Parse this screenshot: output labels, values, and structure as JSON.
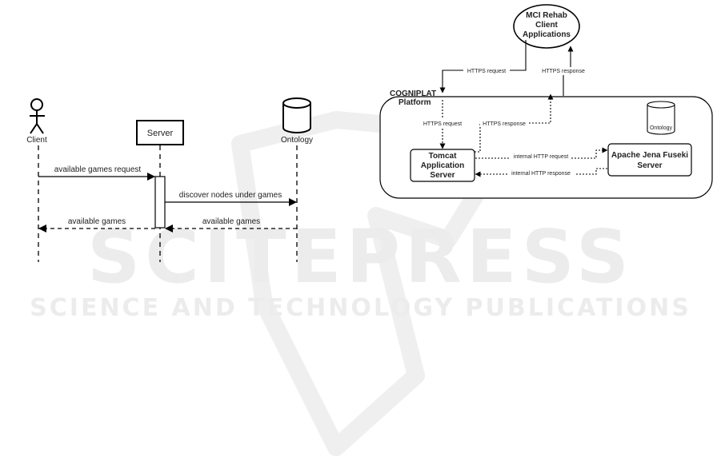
{
  "sequence": {
    "actors": {
      "client": "Client",
      "server": "Server",
      "ontology": "Ontology"
    },
    "messages": {
      "m1": "available games request",
      "m2": "discover nodes under games",
      "m3": "available games",
      "m4": "available games"
    }
  },
  "architecture": {
    "client_apps": {
      "line1": "MCI Rehab",
      "line2": "Client",
      "line3": "Applications"
    },
    "cogniplat": "COGNIPLAT",
    "platform": "Platform",
    "tomcat": {
      "line1": "Tomcat",
      "line2": "Application",
      "line3": "Server"
    },
    "fuseki": {
      "line1": "Apache Jena Fuseki",
      "line2": "Server"
    },
    "ontology": "Ontology",
    "edges": {
      "https_request_outer": "HTTPS request",
      "https_response_outer": "HTTPS response",
      "https_request_inner": "HTTPS request",
      "https_response_inner": "HTTPS response",
      "internal_request": "internal HTTP request",
      "internal_response": "internal  HTTP response"
    }
  },
  "watermark": {
    "line1": "SCITEPRESS",
    "line2": "SCIENCE AND TECHNOLOGY PUBLICATIONS"
  }
}
